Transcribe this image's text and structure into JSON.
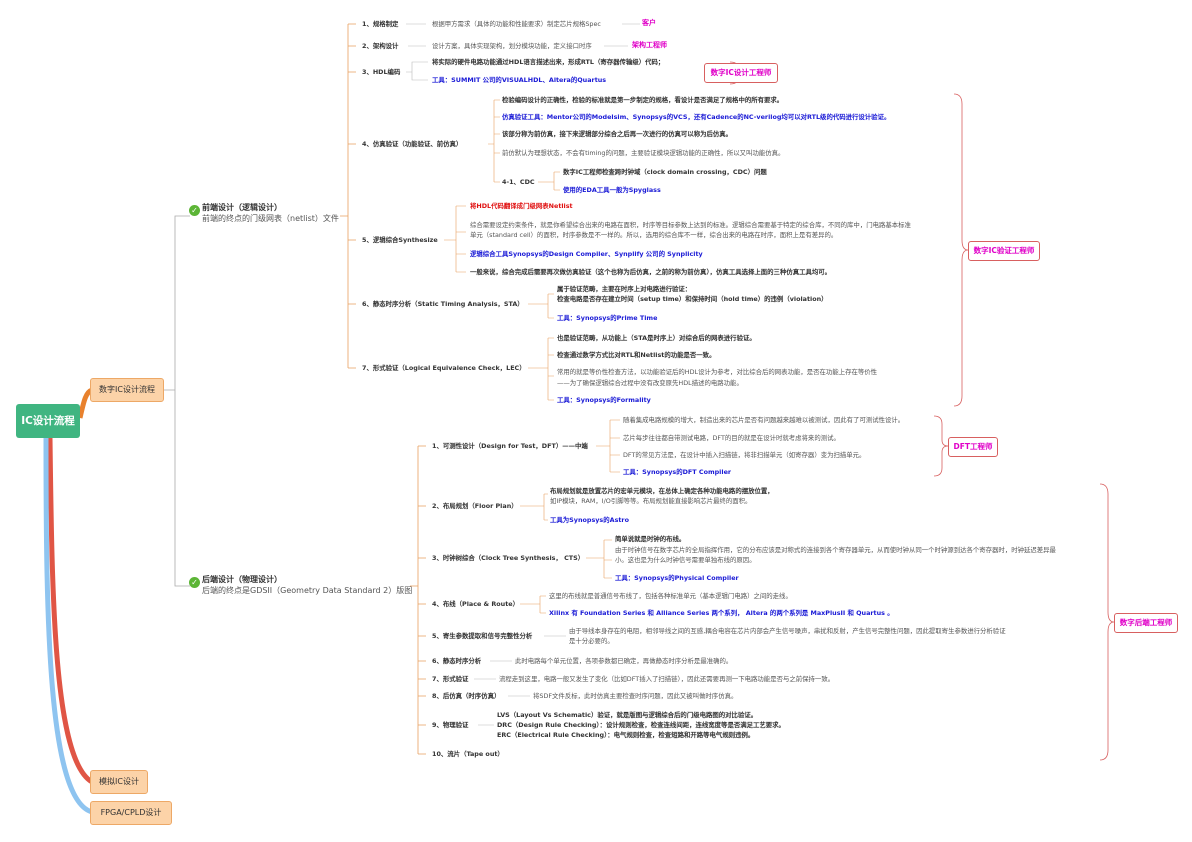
{
  "root": "IC设计流程",
  "l1": {
    "digital": "数字IC设计流程",
    "analog": "模拟IC设计",
    "fpga": "FPGA/CPLD设计"
  },
  "frontend": {
    "title": "前端设计（逻辑设计）",
    "sub": "前端的终点的门级网表（netlist）文件"
  },
  "backend": {
    "title": "后端设计（物理设计）",
    "sub": "后端的终点是GDSII（Geometry Data Standard 2）版图"
  },
  "fe": {
    "s1": {
      "label": "1、规格制定",
      "text": "根据甲方需求（具体的功能和性能要求）制定芯片规格Spec",
      "tag": "客户"
    },
    "s2": {
      "label": "2、架构设计",
      "text": "设计方案，具体实现架构，划分模块功能，定义接口时序",
      "tag": "架构工程师"
    },
    "s3": {
      "label": "3、HDL编码",
      "text1": "将实际的硬件电路功能通过HDL语言描述出来，形成RTL（寄存器传输级）代码；",
      "text2": "工具：SUMMIT 公司的VISUALHDL、Altera的Quartus"
    },
    "s4": {
      "label": "4、仿真验证（功能验证、前仿真）",
      "t1": "检验编码设计的正确性，检验的标准就是第一步制定的规格，看设计是否满足了规格中的所有要求。",
      "t2": "仿真验证工具：Mentor公司的Modelsim、Synopsys的VCS，还有Cadence的NC-verilog均可以对RTL级的代码进行设计验证。",
      "t3": "该部分称为前仿真，接下来逻辑部分综合之后再一次进行的仿真可以称为后仿真。",
      "t4": "前仿默认为理想状态，不会有timing的问题，主要验证模块逻辑功能的正确性，所以又叫功能仿真。",
      "cdc": "4-1、CDC",
      "cdc1": "数字IC工程师检查跨时钟域（clock domain crossing，CDC）问题",
      "cdc2": "使用的EDA工具一般为Spyglass"
    },
    "s5": {
      "label": "5、逻辑综合Synthesize",
      "t1": "将HDL代码翻译成门级网表Netlist",
      "t2": "综合需要设定约束条件，就是你希望综合出来的电路在面积，时序等目标参数上达到的标准。逻辑综合需要基于特定的综合库，不同的库中，门电路基本标准",
      "t3": "单元（standard cell）的面积，时序参数是不一样的。所以，选用的综合库不一样，综合出来的电路在时序，面积上是有差异的。",
      "t4": "逻辑综合工具Synopsys的Design Compiler、Synplify 公司的 Synplicity",
      "t5": "一般来说，综合完成后需要再次做仿真验证（这个也称为后仿真，之前的称为前仿真），仿真工具选择上面的三种仿真工具均可。"
    },
    "s6": {
      "label": "6、静态时序分析（Static Timing Analysis，STA）",
      "t1": "属于验证范畴，主要在时序上对电路进行验证：",
      "t2": "检查电路是否存在建立时间（setup time）和保持时间（hold time）的违例（violation）",
      "t3": "工具：Synopsys的Prime Time"
    },
    "s7": {
      "label": "7、形式验证（Logical Equivalence Check，LEC）",
      "t1": "也是验证范畴，从功能上（STA是时序上）对综合后的网表进行验证。",
      "t2": "检查通过数学方式比对RTL和Netlist的功能是否一致。",
      "t3": "常用的就是等价性检查方法，以功能验证后的HDL设计为参考，对比综合后的网表功能，是否在功能上存在等价性",
      "t4": "——为了确保逻辑综合过程中没有改变原先HDL描述的电路功能。",
      "t5": "工具：Synopsys的Formality"
    },
    "tag_ic": "数字IC设计工程师",
    "tag_verify": "数字IC验证工程师"
  },
  "be": {
    "s1": {
      "label": "1、可测性设计（Design for Test，DFT）——中端",
      "t1": "随着集成电路规模的增大，制造出来的芯片是否有问题越来越难以被测试，因此有了可测试性设计。",
      "t2": "芯片每步往往都自带测试电路，DFT的目的就是在设计时就考虑将来的测试。",
      "t3": "DFT的常见方法是，在设计中插入扫描链，将非扫描单元（如寄存器）变为扫描单元。",
      "t4": "工具：Synopsys的DFT Compiler",
      "tag": "DFT工程师"
    },
    "s2": {
      "label": "2、布局规划（Floor Plan）",
      "t1": "布局规划就是放置芯片的宏单元模块，在总体上确定各种功能电路的摆放位置，",
      "t2": "如IP模块，RAM，I/O引脚等等。布局规划能直接影响芯片最终的面积。",
      "t3": "工具为Synopsys的Astro"
    },
    "s3": {
      "label": "3、时钟树综合（Clock Tree Synthesis， CTS）",
      "t1": "简单说就是时钟的布线。",
      "t2": "由于时钟信号在数字芯片的全局指挥作用，它的分布应该是对称式的连接到各个寄存器单元，从而使时钟从同一个时钟源到达各个寄存器时，时钟延迟差异最",
      "t3": "小。这也是为什么时钟信号需要单独布线的原因。",
      "t4": "工具：Synopsys的Physical Compiler"
    },
    "s4": {
      "label": "4、布线（Place & Route）",
      "t1": "这里的布线就是普通信号布线了，包括各种标准单元（基本逻辑门电路）之间的走线。",
      "t2": "Xilinx 有 Foundation Series 和 Alliance Series 两个系列， Altera 的两个系列是 MaxPlusII 和 Quartus 。"
    },
    "s5": {
      "label": "5、寄生参数提取和信号完整性分析",
      "t1": "由于导线本身存在的电阻，相邻导线之间的互感,耦合电容在芯片内部会产生信号噪声，串扰和反射，产生信号完整性问题，因此提取寄生参数进行分析验证",
      "t2": "是十分必要的。"
    },
    "s6": {
      "label": "6、静态时序分析",
      "t1": "此时电路每个单元位置，各项参数都已确定，再做静态时序分析是最准确的。"
    },
    "s7": {
      "label": "7、形式验证",
      "t1": "流程走到这里，电路一般又发生了变化（比如DFT插入了扫描链），因此还需要再测一下电路功能是否与之前保持一致。"
    },
    "s8": {
      "label": "8、后仿真（时序仿真）",
      "t1": "将SDF文件反标，此时仿真主要检查时序问题，因此又被叫做时序仿真。"
    },
    "s9": {
      "label": "9、物理验证",
      "t1": "LVS（Layout Vs Schematic）验证，就是版图与逻辑综合后的门级电路图的对比验证。",
      "t2": "DRC（Design Rule Checking）：设计规则检查，检查连线间距，连线宽度等是否满足工艺要求。",
      "t3": "ERC（Electrical Rule Checking）：电气规则检查，检查短路和开路等电气规则违例。"
    },
    "s10": {
      "label": "10、流片（Tape out）"
    },
    "tag": "数字后端工程师"
  },
  "colors": {
    "root": "#40b581",
    "orange": "#fcd3a8",
    "branch_digital": "#e8812d",
    "branch_analog": "#e05545",
    "branch_fpga": "#8ec4f0",
    "tag_text": "#e000c8",
    "tool_text": "#1a1ad6"
  }
}
